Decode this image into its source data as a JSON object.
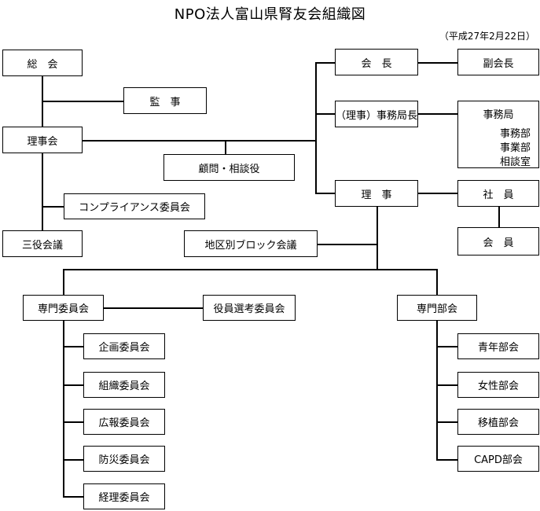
{
  "title": "NPO法人富山県腎友会組織図",
  "date": "（平成27年2月22日）",
  "nodes": {
    "soukai": "総　会",
    "kanji": "監　事",
    "rijikai": "理事会",
    "komon": "顧問・相談役",
    "compliance": "コンプライアンス委員会",
    "sanyaku": "三役会議",
    "chiku": "地区別ブロック会議",
    "kaicho": "会　長",
    "fukukaicho": "副会長",
    "jimukyokucho": "（理事）事務局長",
    "jimukyoku": {
      "head": "事務局",
      "items": [
        "事務部",
        "事業部",
        "相談室"
      ]
    },
    "riji": "理　事",
    "shain": "社　員",
    "kaiin": "会　員",
    "senmon_iinkai": "専門委員会",
    "yakuin_senkou": "役員選考委員会",
    "senmon_bukai": "専門部会",
    "committees": [
      "企画委員会",
      "組織委員会",
      "広報委員会",
      "防災委員会",
      "経理委員会"
    ],
    "divisions": [
      "青年部会",
      "女性部会",
      "移植部会",
      "CAPD部会"
    ]
  }
}
